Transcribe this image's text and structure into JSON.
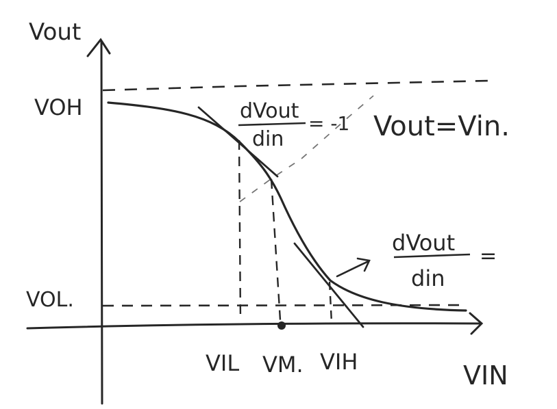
{
  "labels": {
    "y_axis": "Vout",
    "x_axis": "VIN",
    "voh": "VOH",
    "vol": "VOL.",
    "vil": "VIL",
    "vm": "VM.",
    "vih": "VIH",
    "unity_line": "Vout=Vin."
  },
  "slopes": {
    "upper": {
      "numerator": "dVout",
      "denominator": "din",
      "tail": "= -1"
    },
    "lower": {
      "numerator": "dVout",
      "denominator": "din",
      "tail": "="
    }
  },
  "colors": {
    "ink": "#262626",
    "faint": "#3a3a3a",
    "background": "#ffffff"
  }
}
